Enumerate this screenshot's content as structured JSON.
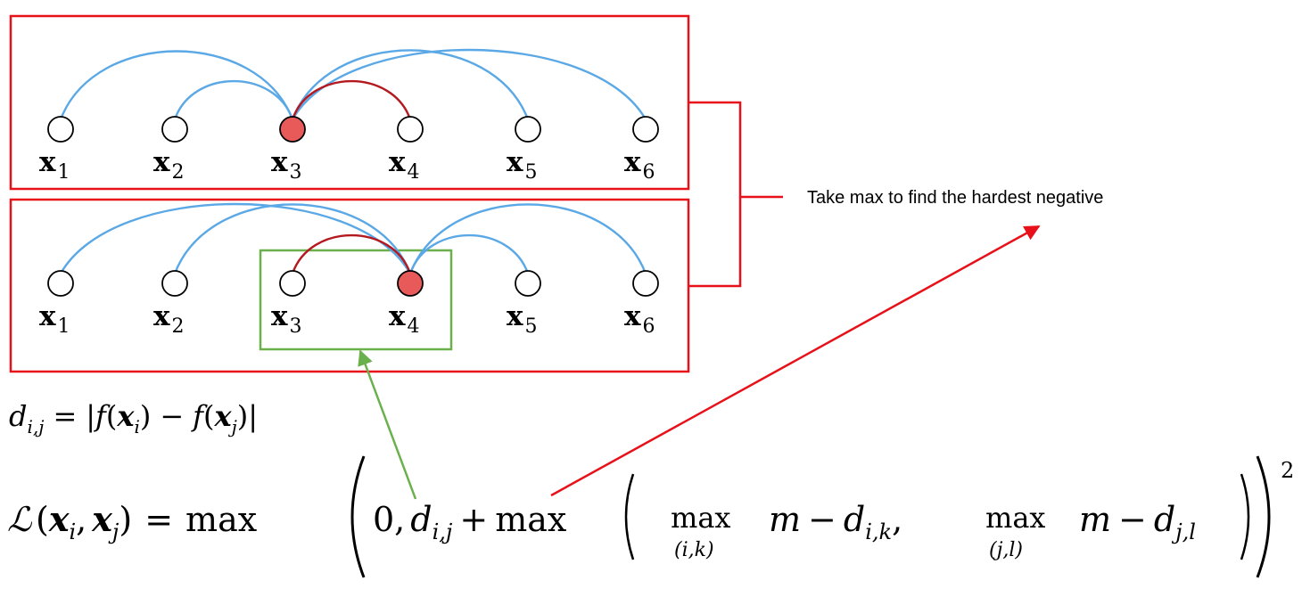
{
  "panels": [
    {
      "id": "top",
      "nodes": [
        {
          "label": "x",
          "sub": "1",
          "highlighted": false
        },
        {
          "label": "x",
          "sub": "2",
          "highlighted": false
        },
        {
          "label": "x",
          "sub": "3",
          "highlighted": true
        },
        {
          "label": "x",
          "sub": "4",
          "highlighted": false
        },
        {
          "label": "x",
          "sub": "5",
          "highlighted": false
        },
        {
          "label": "x",
          "sub": "6",
          "highlighted": false
        }
      ],
      "positive_edges": [
        [
          3,
          4
        ]
      ],
      "negative_edges": [
        [
          3,
          1
        ],
        [
          3,
          2
        ],
        [
          3,
          5
        ],
        [
          3,
          6
        ]
      ]
    },
    {
      "id": "bottom",
      "nodes": [
        {
          "label": "x",
          "sub": "1",
          "highlighted": false
        },
        {
          "label": "x",
          "sub": "2",
          "highlighted": false
        },
        {
          "label": "x",
          "sub": "3",
          "highlighted": false
        },
        {
          "label": "x",
          "sub": "4",
          "highlighted": true
        },
        {
          "label": "x",
          "sub": "5",
          "highlighted": false
        },
        {
          "label": "x",
          "sub": "6",
          "highlighted": false
        }
      ],
      "positive_edges": [
        [
          3,
          4
        ]
      ],
      "negative_edges": [
        [
          4,
          1
        ],
        [
          4,
          2
        ],
        [
          4,
          5
        ],
        [
          4,
          6
        ]
      ]
    }
  ],
  "pair_box": {
    "panel": "bottom",
    "nodes": [
      3,
      4
    ]
  },
  "annotation": "Take max to find the hardest negative",
  "colors": {
    "panel_border": "#e8111a",
    "negative_edge": "#5aa8e6",
    "positive_edge": "#b3191f",
    "highlight_node": "#e85a5a",
    "pair_box": "#6ab04c",
    "arrow_red": "#e8111a",
    "arrow_green": "#6ab04c"
  },
  "formulas": {
    "distance": {
      "lhs_var": "d",
      "lhs_sub": "i,j",
      "eq": "=",
      "open_bar": "|",
      "f1": "f",
      "arg1_var": "x",
      "arg1_sub": "i",
      "minus": "−",
      "f2": "f",
      "arg2_var": "x",
      "arg2_sub": "j",
      "close_bar": "|"
    },
    "loss": {
      "lhs_func": "ℒ",
      "lhs_open": "(",
      "lhs_arg1": "x",
      "lhs_arg1_sub": "i",
      "lhs_comma": ",",
      "lhs_arg2": "x",
      "lhs_arg2_sub": "j",
      "lhs_close": ")",
      "eq": "=",
      "max_outer": "max",
      "zero_term": "0,",
      "d_var": "d",
      "d_sub": "i,j",
      "plus": "+",
      "max_inner": "max",
      "max1": "max",
      "max1_sub": "(i,k)",
      "term1_m": "m",
      "term1_minus": "−",
      "term1_d": "d",
      "term1_d_sub": "i,k",
      "term_comma": ",",
      "max2": "max",
      "max2_sub": "(j,l)",
      "term2_m": "m",
      "term2_minus": "−",
      "term2_d": "d",
      "term2_d_sub": "j,l",
      "exponent": "2"
    }
  }
}
